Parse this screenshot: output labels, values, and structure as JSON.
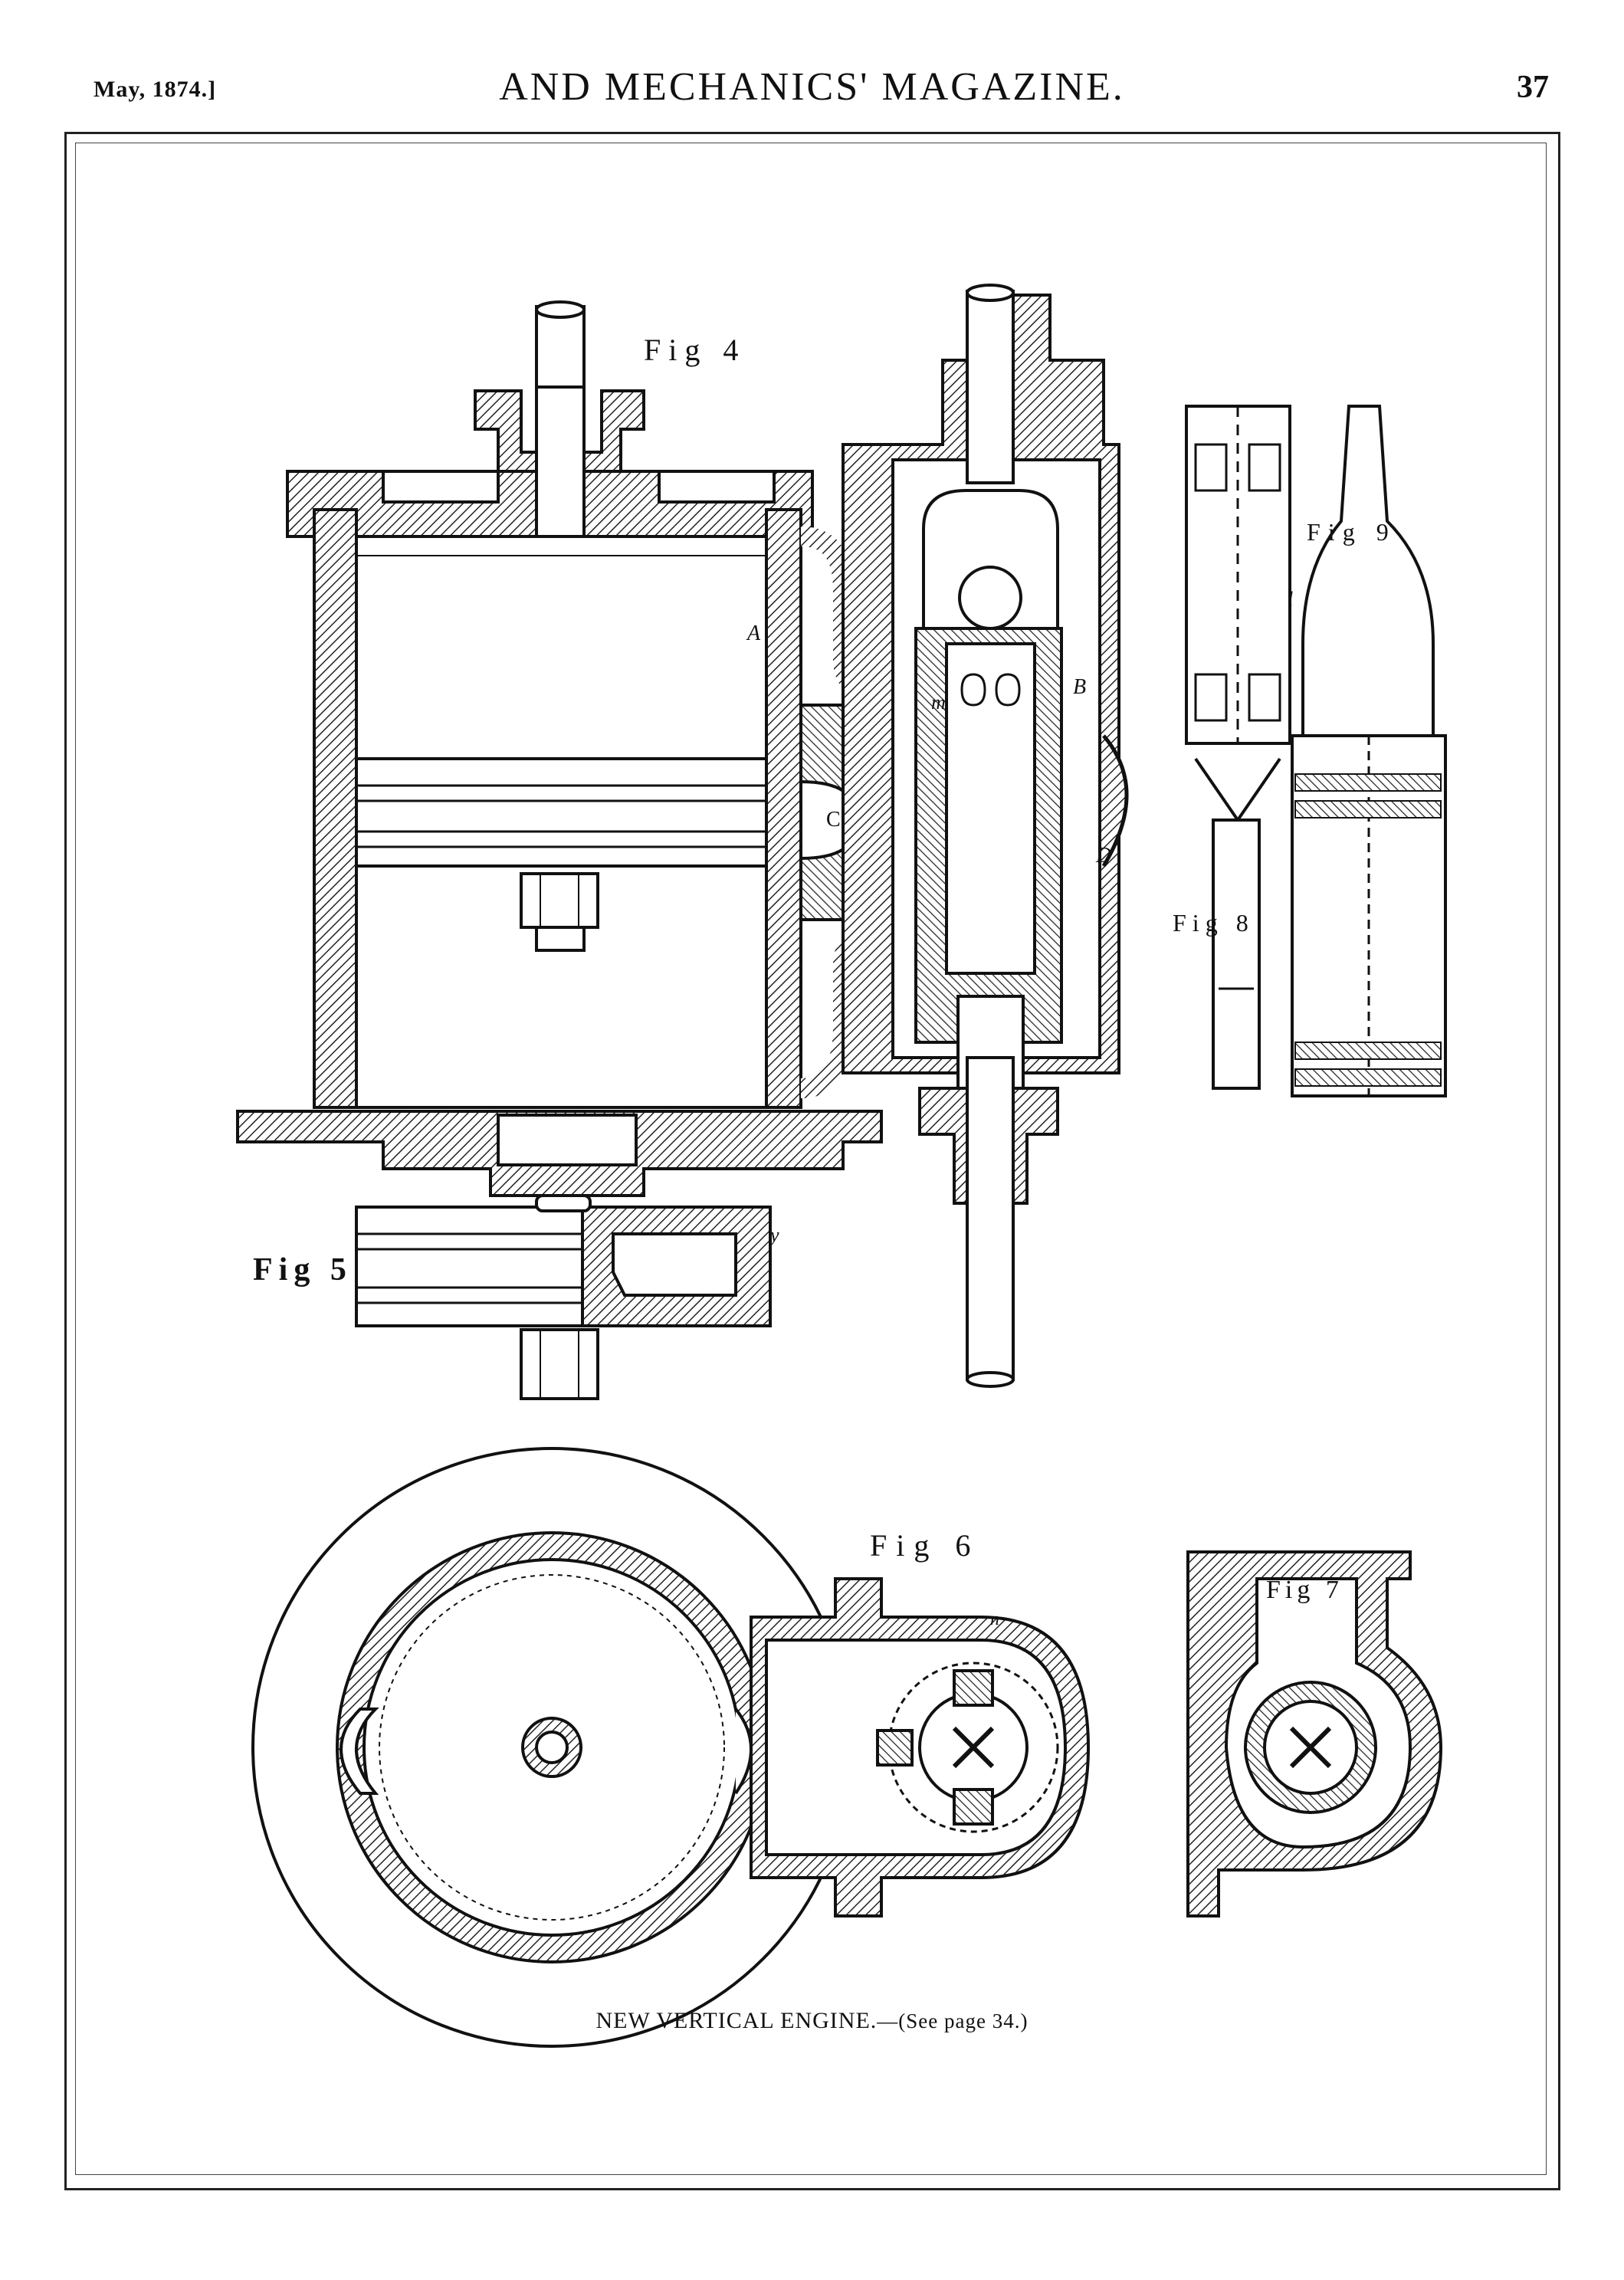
{
  "header": {
    "date": "May, 1874.]",
    "journal_title": "AND MECHANICS' MAGAZINE.",
    "page_number": "37"
  },
  "figures": {
    "fig4": "Fig 4",
    "fig5": "Fig 5",
    "fig6": "Fig 6",
    "fig7": "Fig 7",
    "fig8": "Fig 8",
    "fig9": "Fig 9"
  },
  "part_letters": {
    "a": "A",
    "b": "B",
    "c": "C",
    "d": "D",
    "m": "m",
    "l": "l",
    "n": "n",
    "y": "y"
  },
  "caption": {
    "main": "NEW VERTICAL ENGINE.",
    "reference": "—(See page 34.)"
  }
}
